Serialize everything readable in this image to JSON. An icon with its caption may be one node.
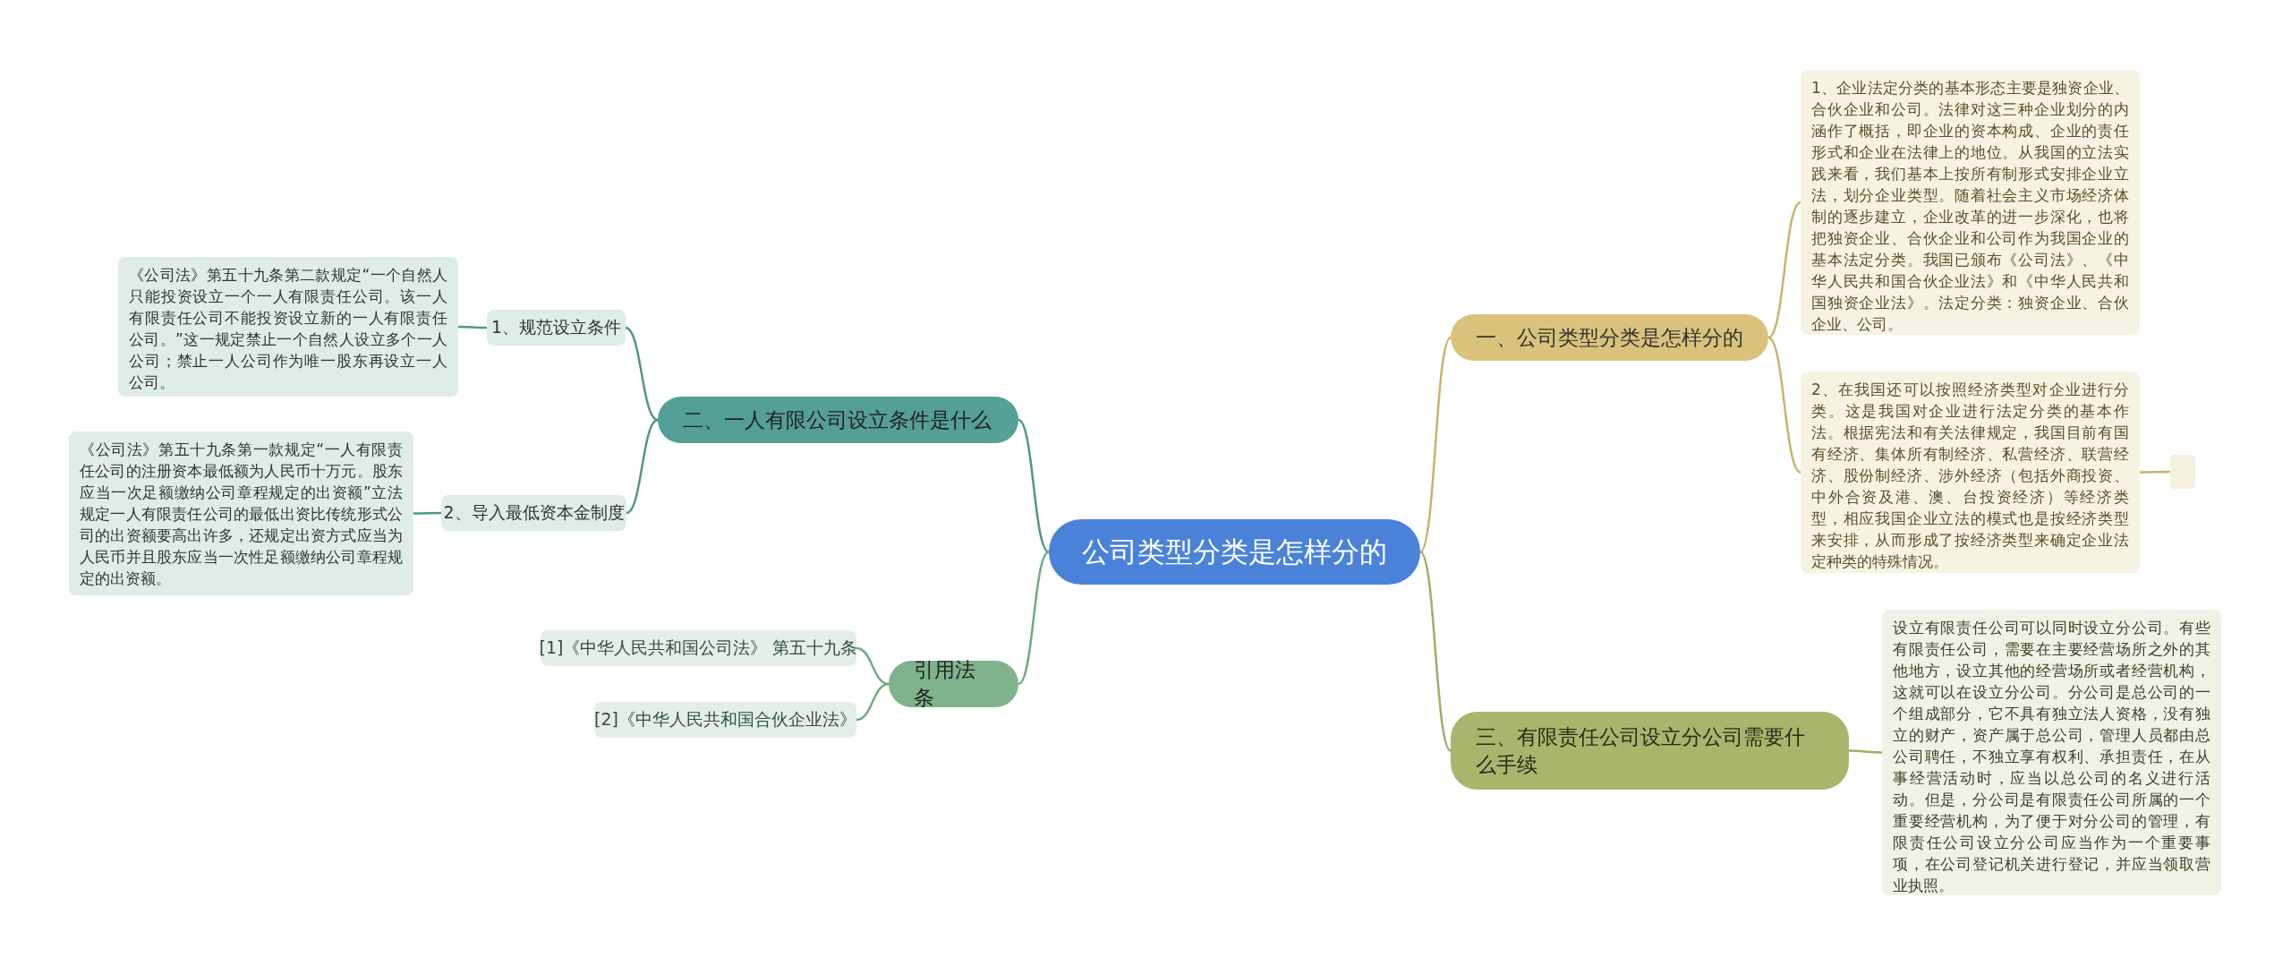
{
  "diagram": {
    "nodes": [
      {
        "text": [
          "公司类型分类是怎样分的"
        ]
      },
      {
        "text": [
          "一、公司类型分类是怎样分的"
        ]
      },
      {
        "text": [
          "1、企业法定分类的基本形态主要是独资企业、合伙企业和公司。法律对这三种企业划分的内涵作了概括，即企业的资本构成、企业的责任形式和企业在法律上的地位。从我国的立法实践来看，我们基本上按所有制形式安排企业立法，划分企业类型。随着社会主义市场经济体制的逐步建立，企业改革的进一步深化，也将把独资企业、合伙企业和公司作为我国企业的基本法定分类。我国已颁布《公司法》、《中华人民共和国合伙企业法》和《中华人民共和国独资企业法》。法定分类：独资企业、合伙企业、公司。"
        ]
      },
      {
        "text": [
          "2、在我国还可以按照经济类型对企业进行分类。这是我国对企业进行法定分类的基本作法。根据宪法和有关法律规定，我国目前有国有经济、集体所有制经济、私营经济、联营经济、股份制经济、涉外经济（包括外商投资、中外合资及港、澳、台投资经济）等经济类型，相应我国企业立法的模式也是按经济类型来安排，从而形成了按经济类型来确定企业法定种类的特殊情况。"
        ]
      },
      {
        "text": [],
        "shape": "box"
      },
      {
        "text": [
          "二、一人有限公司设立条件是什么"
        ]
      },
      {
        "text": [
          "1、规范设立条件"
        ]
      },
      {
        "text": [
          "《公司法》第五十九条第二款规定“一个自然人只能投资设立一个一人有限责任公司。该一人有限责任公司不能投资设立新的一人有限责任公司。”这一规定禁止一个自然人设立多个一人公司；禁止一人公司作为唯一股东再设立一人公司。"
        ]
      },
      {
        "text": [
          "2、导入最低资本金制度"
        ]
      },
      {
        "text": [
          "《公司法》第五十九条第一款规定“一人有限责任公司的注册资本最低额为人民币十万元。股东应当一次足额缴纳公司章程规定的出资额”立法规定一人有限责任公司的最低出资比传统形式公司的出资额要高出许多，还规定出资方式应当为人民币并且股东应当一次性足额缴纳公司章程规定的出资额。"
        ]
      },
      {
        "text": [
          "引用法条"
        ]
      },
      {
        "text": [
          "[1]《中华人民共和国公司法》 第五十九条"
        ]
      },
      {
        "text": [
          "[2]《中华人民共和国合伙企业法》"
        ]
      },
      {
        "text": [
          "三、有限责任公司设立分公司需要什么手续"
        ]
      },
      {
        "text": [
          "设立有限责任公司可以同时设立分公司。有些有限责任公司，需要在主要经营场所之外的其他地方，设立其他的经营场所或者经营机构，这就可以在设立分公司。分公司是总公司的一个组成部分，它不具有独立法人资格，没有独立的财产，资产属于总公司，管理人员都由总公司聘任，不独立享有权利、承担责任，在从事经营活动时，应当以总公司的名义进行活动。但是，分公司是有限责任公司所属的一个重要经营机构，为了便于对分公司的管理，有限责任公司设立分公司应当作为一个重要事项，在公司登记机关进行登记，并应当领取营业执照。"
        ]
      }
    ],
    "edges": [
      {
        "from": 0,
        "to": 1,
        "arrow": "none",
        "color": "#c9b36a"
      },
      {
        "from": 1,
        "to": 2,
        "arrow": "none",
        "color": "#c9b36a"
      },
      {
        "from": 1,
        "to": 3,
        "arrow": "none",
        "color": "#c9b36a"
      },
      {
        "from": 3,
        "to": 4,
        "arrow": "none",
        "color": "#c9b36a"
      },
      {
        "from": 0,
        "to": 5,
        "arrow": "none",
        "color": "#4f968c"
      },
      {
        "from": 5,
        "to": 6,
        "arrow": "none",
        "color": "#4f968c"
      },
      {
        "from": 6,
        "to": 7,
        "arrow": "none",
        "color": "#4f968c"
      },
      {
        "from": 5,
        "to": 8,
        "arrow": "none",
        "color": "#4f968c"
      },
      {
        "from": 8,
        "to": 9,
        "arrow": "none",
        "color": "#4f968c"
      },
      {
        "from": 0,
        "to": 10,
        "arrow": "none",
        "color": "#6faa80"
      },
      {
        "from": 10,
        "to": 11,
        "arrow": "none",
        "color": "#6faa80"
      },
      {
        "from": 10,
        "to": 12,
        "arrow": "none",
        "color": "#6faa80"
      },
      {
        "from": 0,
        "to": 13,
        "arrow": "none",
        "color": "#a3ad62"
      },
      {
        "from": 13,
        "to": 14,
        "arrow": "none",
        "color": "#a3ad62"
      }
    ]
  }
}
